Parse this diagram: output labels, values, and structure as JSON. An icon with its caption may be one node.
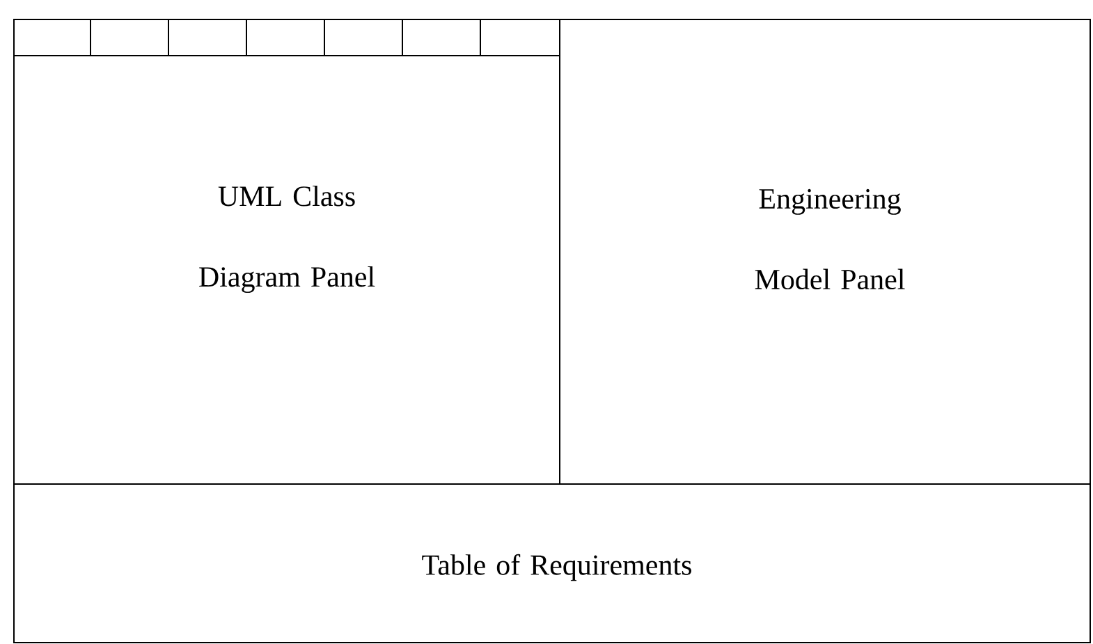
{
  "diagram": {
    "nodes": [
      {
        "text": [
          "UML Class Diagram Panel"
        ]
      },
      {
        "text": [
          "Engineering Model Panel"
        ]
      },
      {
        "text": [
          "Table of Requirements"
        ]
      }
    ]
  }
}
